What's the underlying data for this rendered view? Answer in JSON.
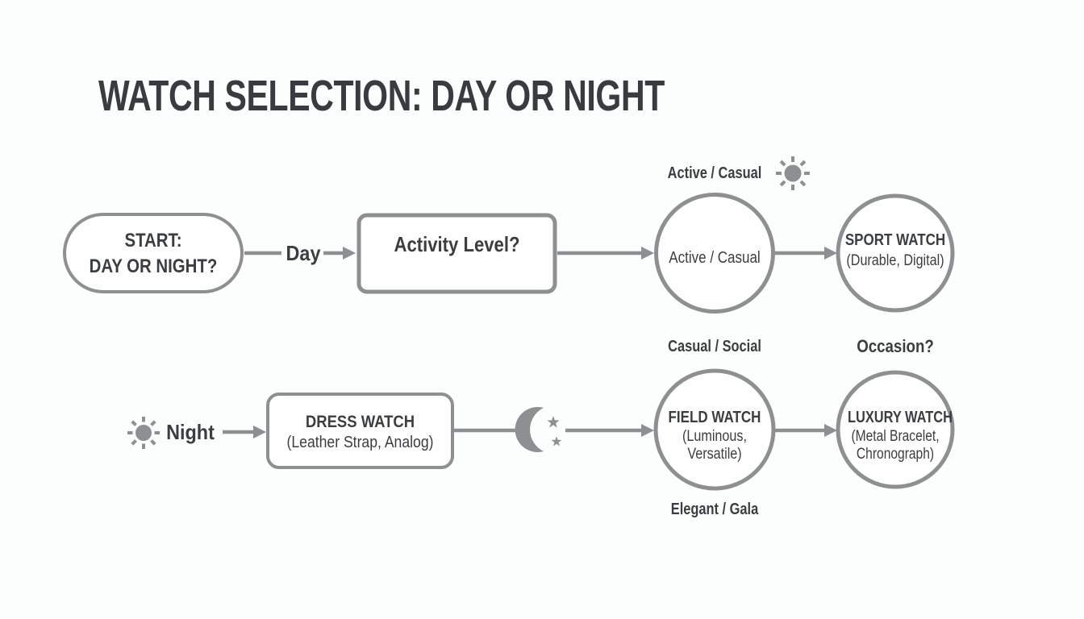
{
  "title": "WATCH SELECTION: DAY OR NIGHT",
  "palette": {
    "stroke_gray": "#8d9092",
    "text_dark": "#3b3e41",
    "background": "#fcfdfd",
    "shape_fill": "#fefefe"
  },
  "flow": {
    "start": {
      "line1": "START:",
      "line2": "DAY OR NIGHT?"
    },
    "branch_day": {
      "label": "Day"
    },
    "branch_night": {
      "label": "Night",
      "icon": "sun"
    },
    "activity": {
      "question": "Activity Level?"
    },
    "active_casual": {
      "top_label": "Active / Casual",
      "top_icon": "sun",
      "label": "Active / Casual"
    },
    "sport_watch": {
      "name": "SPORT WATCH",
      "detail": "(Durable, Digital)"
    },
    "dress_watch": {
      "name": "DRESS WATCH",
      "detail": "(Leather Strap, Analog)"
    },
    "night_path": {
      "icon": "crescent-moon-with-stars"
    },
    "field_watch": {
      "top_label": "Casual / Social",
      "name": "FIELD WATCH",
      "detail_line1": "(Luminous,",
      "detail_line2": "Versatile)",
      "bottom_label": "Elegant / Gala"
    },
    "luxury_watch": {
      "top_label": "Occasion?",
      "name": "LUXURY WATCH",
      "detail_line1": "(Metal Bracelet,",
      "detail_line2": "Chronograph)"
    }
  }
}
